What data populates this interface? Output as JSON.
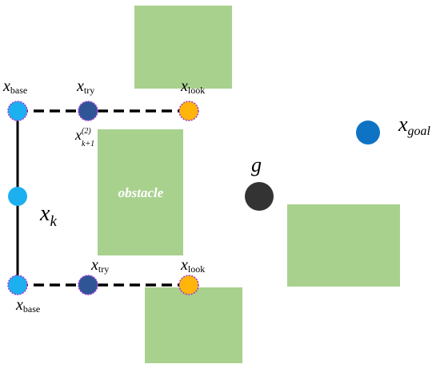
{
  "colors": {
    "obstacle": "#a9d18e",
    "node_light_blue": "#1cb0f0",
    "node_dark_blue": "#2f5597",
    "node_orange": "#ffb509",
    "node_border": "#9e3fd3",
    "goal_blue": "#0e73c4",
    "g_dark": "#333333",
    "path_line": "#000000"
  },
  "labels": {
    "x_symbol": "x",
    "k_sub": "k",
    "base_sub": "base",
    "try_sub": "try",
    "look_sub": "look",
    "goal_sub": "goal",
    "g": "g",
    "k1_sub": "k+1",
    "two_sup": "(2)",
    "obstacle": "obstacle"
  }
}
